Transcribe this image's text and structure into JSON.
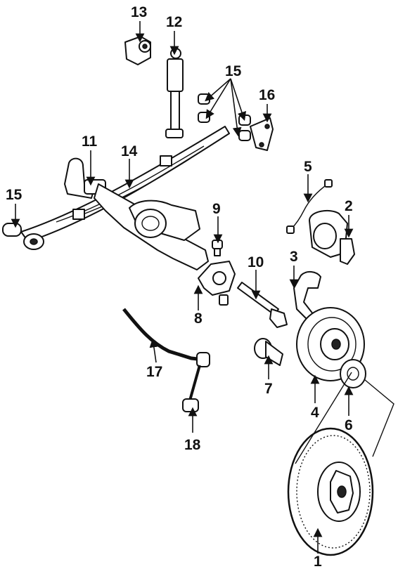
{
  "diagram": {
    "callouts": [
      {
        "id": "c1",
        "label": "1"
      },
      {
        "id": "c2",
        "label": "2"
      },
      {
        "id": "c3",
        "label": "3"
      },
      {
        "id": "c4",
        "label": "4"
      },
      {
        "id": "c5",
        "label": "5"
      },
      {
        "id": "c6",
        "label": "6"
      },
      {
        "id": "c7",
        "label": "7"
      },
      {
        "id": "c8",
        "label": "8"
      },
      {
        "id": "c9",
        "label": "9"
      },
      {
        "id": "c10",
        "label": "10"
      },
      {
        "id": "c11",
        "label": "11"
      },
      {
        "id": "c12",
        "label": "12"
      },
      {
        "id": "c13",
        "label": "13"
      },
      {
        "id": "c14",
        "label": "14"
      },
      {
        "id": "c15a",
        "label": "15"
      },
      {
        "id": "c15b",
        "label": "15"
      },
      {
        "id": "c16",
        "label": "16"
      },
      {
        "id": "c17",
        "label": "17"
      },
      {
        "id": "c18",
        "label": "18"
      }
    ]
  }
}
